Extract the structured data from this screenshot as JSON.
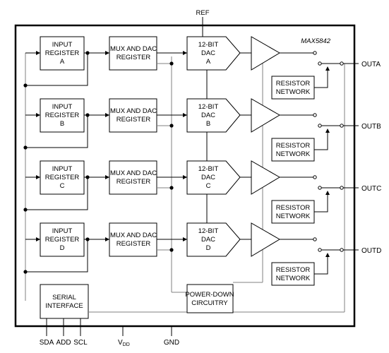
{
  "part_number": "MAX5842",
  "pins": {
    "ref": "REF",
    "sda": "SDA",
    "add": "ADD",
    "scl": "SCL",
    "vdd_main": "V",
    "vdd_sub": "DD",
    "gnd": "GND"
  },
  "channels": [
    {
      "input_register": [
        "INPUT",
        "REGISTER",
        "A"
      ],
      "mux_dac_register": [
        "MUX AND DAC",
        "REGISTER"
      ],
      "dac": [
        "12-BIT",
        "DAC",
        "A"
      ],
      "resistor_network": [
        "RESISTOR",
        "NETWORK"
      ],
      "output": "OUTA"
    },
    {
      "input_register": [
        "INPUT",
        "REGISTER",
        "B"
      ],
      "mux_dac_register": [
        "MUX AND DAC",
        "REGISTER"
      ],
      "dac": [
        "12-BIT",
        "DAC",
        "B"
      ],
      "resistor_network": [
        "RESISTOR",
        "NETWORK"
      ],
      "output": "OUTB"
    },
    {
      "input_register": [
        "INPUT",
        "REGISTER",
        "C"
      ],
      "mux_dac_register": [
        "MUX AND DAC",
        "REGISTER"
      ],
      "dac": [
        "12-BIT",
        "DAC",
        "C"
      ],
      "resistor_network": [
        "RESISTOR",
        "NETWORK"
      ],
      "output": "OUTC"
    },
    {
      "input_register": [
        "INPUT",
        "REGISTER",
        "D"
      ],
      "mux_dac_register": [
        "MUX AND DAC",
        "REGISTER"
      ],
      "dac": [
        "12-BIT",
        "DAC",
        "D"
      ],
      "resistor_network": [
        "RESISTOR",
        "NETWORK"
      ],
      "output": "OUTD"
    }
  ],
  "serial_interface": [
    "SERIAL",
    "INTERFACE"
  ],
  "power_down": [
    "POWER-DOWN",
    "CIRCUITRY"
  ]
}
